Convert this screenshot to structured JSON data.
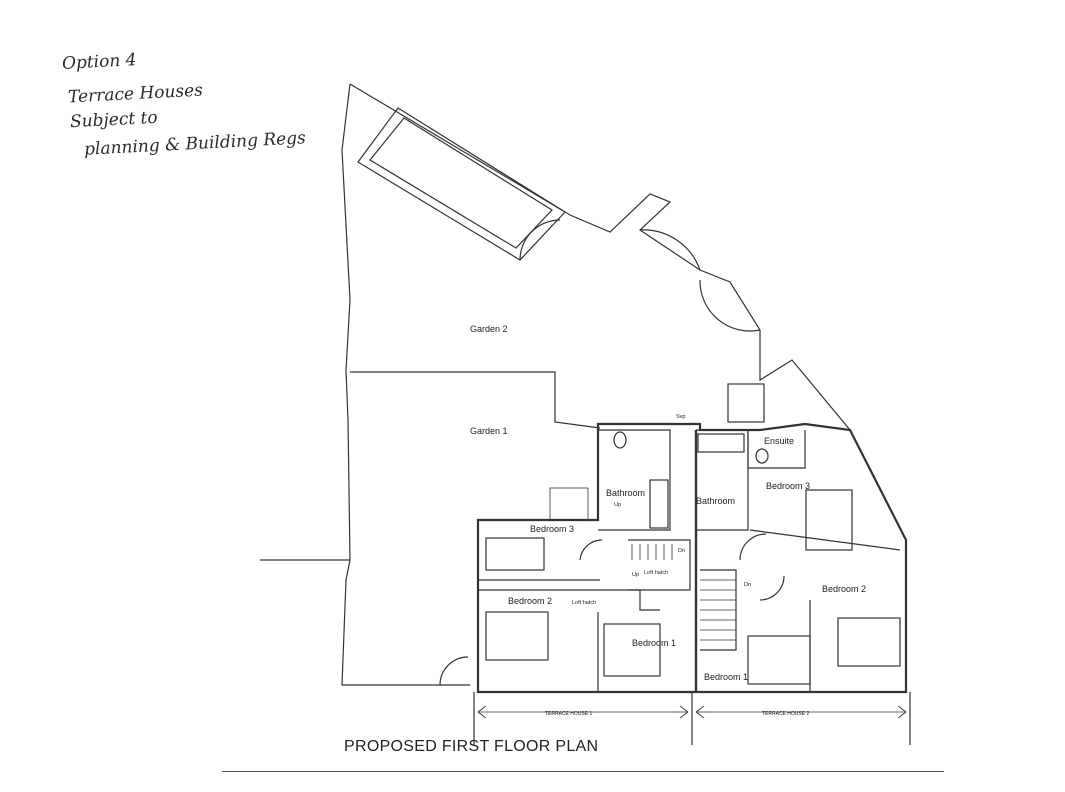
{
  "annotation": {
    "line1": "Option 4",
    "line2": "Terrace Houses",
    "line3": "Subject to",
    "line4": "planning & Building Regs"
  },
  "title": "PROPOSED FIRST FLOOR PLAN",
  "gardens": {
    "garden2": "Garden 2",
    "garden1": "Garden 1"
  },
  "house1": {
    "bedroom3": "Bedroom 3",
    "bedroom2": "Bedroom 2",
    "bedroom1": "Bedroom 1",
    "bathroom": "Bathroom",
    "loft_hatch_a": "Loft hatch",
    "loft_hatch_b": "Loft hatch",
    "up": "Up",
    "up2": "Up",
    "dn": "Dn",
    "label": "TERRACE HOUSE 1"
  },
  "house2": {
    "ensuite": "Ensuite",
    "bedroom3": "Bedroom 3",
    "bedroom2": "Bedroom 2",
    "bedroom1": "Bedroom 1",
    "bathroom": "Bathroom",
    "dn": "Dn",
    "label": "TERRACE HOUSE 2"
  },
  "svp": "Svp"
}
